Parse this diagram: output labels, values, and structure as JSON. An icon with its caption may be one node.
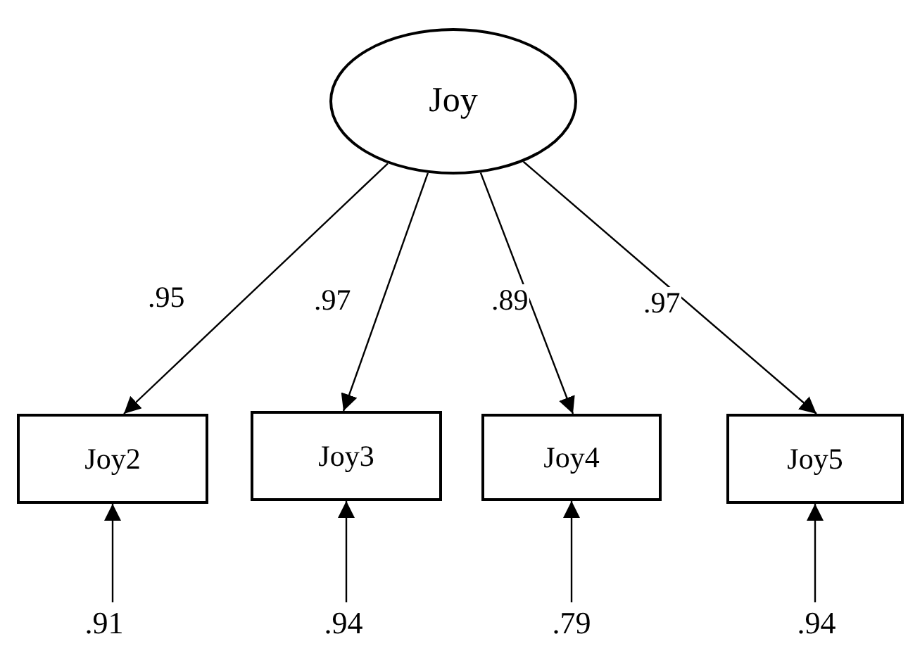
{
  "diagram": {
    "nodes": [
      {
        "text": [
          "Joy"
        ]
      },
      {
        "text": [
          "Joy2"
        ]
      },
      {
        "text": [
          "Joy3"
        ]
      },
      {
        "text": [
          "Joy4"
        ]
      },
      {
        "text": [
          "Joy5"
        ]
      },
      {
        "text": [
          ".91"
        ]
      },
      {
        "text": [
          ".94"
        ]
      },
      {
        "text": [
          ".79"
        ]
      },
      {
        "text": [
          ".94"
        ]
      }
    ],
    "edges": [
      {
        "from": 0,
        "to": 1,
        "arrow": "to",
        "label": ".95"
      },
      {
        "from": 0,
        "to": 2,
        "arrow": "to",
        "label": ".97"
      },
      {
        "from": 0,
        "to": 3,
        "arrow": "to",
        "label": ".89"
      },
      {
        "from": 0,
        "to": 4,
        "arrow": "to",
        "label": ".97"
      },
      {
        "from": 5,
        "to": 1,
        "arrow": "to"
      },
      {
        "from": 6,
        "to": 2,
        "arrow": "to"
      },
      {
        "from": 7,
        "to": 3,
        "arrow": "to"
      },
      {
        "from": 8,
        "to": 4,
        "arrow": "to"
      }
    ]
  }
}
